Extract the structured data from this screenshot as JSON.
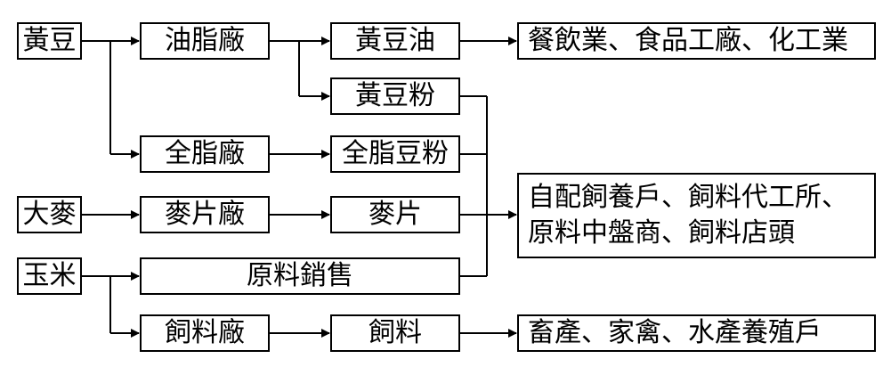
{
  "nodes": {
    "soybean": "黃豆",
    "oil_factory": "油脂廠",
    "soybean_oil": "黃豆油",
    "oil_consumers": "餐飲業、食品工廠、化工業",
    "soybean_meal": "黃豆粉",
    "full_fat_factory": "全脂廠",
    "full_fat_meal": "全脂豆粉",
    "barley": "大麥",
    "flake_factory": "麥片廠",
    "flakes": "麥片",
    "feed_buyers_line1": "自配飼養戶、飼料代工所、",
    "feed_buyers_line2": "原料中盤商、飼料店頭",
    "corn": "玉米",
    "raw_material_sales": "原料銷售",
    "feed_factory": "飼料廠",
    "feed": "飼料",
    "livestock_farmers": "畜產、家禽、水產養殖戶"
  }
}
